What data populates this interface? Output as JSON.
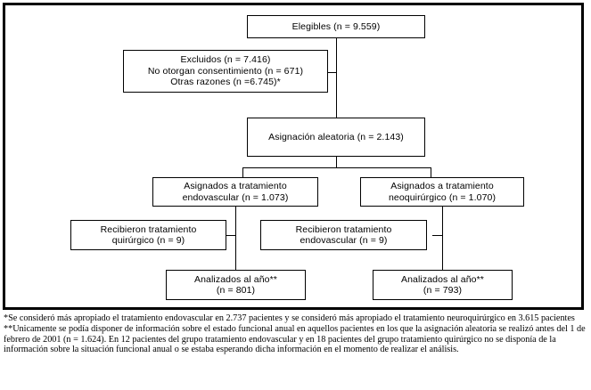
{
  "diagram": {
    "type": "flowchart",
    "title": "CONSORT patient flow diagram",
    "nodes": [
      {
        "id": "eligible",
        "name": "eligible-box",
        "lines": [
          "Elegibles (n = 9.559)"
        ]
      },
      {
        "id": "excluded",
        "name": "excluded-box",
        "lines": [
          "Excluidos (n = 7.416)",
          "No otorgan consentimiento (n = 671)",
          "Otras razones (n =6.745)*"
        ]
      },
      {
        "id": "randomized",
        "name": "randomization-box",
        "lines": [
          "Asignación aleatoria (n = 2.143)"
        ]
      },
      {
        "id": "assigned-endo",
        "name": "assigned-endovascular-box",
        "lines": [
          "Asignados a tratamiento",
          "endovascular (n = 1.073)"
        ]
      },
      {
        "id": "assigned-neuro",
        "name": "assigned-neurosurgical-box",
        "lines": [
          "Asignados a tratamiento",
          "neoquirúrgico (n = 1.070)"
        ]
      },
      {
        "id": "received-surg",
        "name": "received-surgical-box",
        "lines": [
          "Recibieron tratamiento",
          "quirúrgico (n = 9)"
        ]
      },
      {
        "id": "received-endo",
        "name": "received-endovascular-box",
        "lines": [
          "Recibieron tratamiento",
          "endovascular (n = 9)"
        ]
      },
      {
        "id": "analyzed-left",
        "name": "analyzed-endovascular-box",
        "lines": [
          "Analizados al año**",
          "(n = 801)"
        ]
      },
      {
        "id": "analyzed-right",
        "name": "analyzed-neurosurgical-box",
        "lines": [
          "Analizados al año**",
          "(n = 793)"
        ]
      }
    ],
    "counts": {
      "eligible": 9559,
      "excluded_total": 7416,
      "excluded_no_consent": 671,
      "excluded_other_reasons": 6745,
      "randomized": 2143,
      "assigned_endovascular": 1073,
      "assigned_neurosurgical": 1070,
      "received_surgical_crossover": 9,
      "received_endovascular_crossover": 9,
      "analyzed_endovascular": 801,
      "analyzed_neurosurgical": 793
    }
  },
  "footnotes": {
    "note1": "*Se consideró más apropiado el tratamiento endovascular en 2.737 pacientes y se consideró más apropiado el tratamiento neuroquirúrgico en 3.615 pacientes",
    "note2": "**Unicamente se podía disponer de información sobre el estado funcional anual en aquellos pacientes en los que la asignación aleatoria se realizó antes del 1 de febrero de 2001 (n = 1.624). En 12 pacientes del grupo tratamiento endovascular y en 18 pacientes del grupo tratamiento quirúrgico no se disponía de la información sobre la situación funcional anual o se estaba esperando dicha información en el momento de realizar el análisis."
  },
  "colors": {
    "line": "#000000",
    "background": "#ffffff",
    "text": "#000000"
  }
}
